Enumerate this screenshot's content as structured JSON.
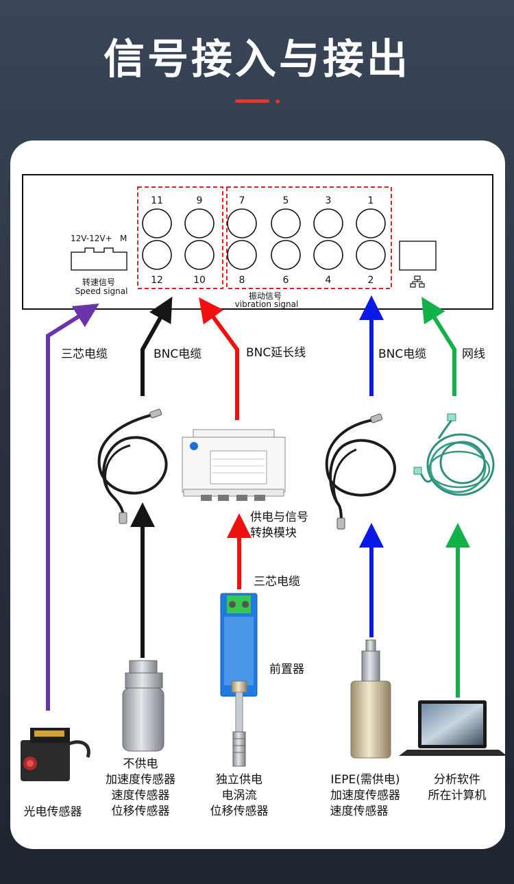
{
  "title": "信号接入与接出",
  "colors": {
    "accent_red": "#e8352b",
    "purple": "#6a35a8",
    "black": "#151515",
    "red": "#f01010",
    "blue": "#0a18e8",
    "green": "#12b14a",
    "dashed_box": "#e02020"
  },
  "device": {
    "power_label": "12V-12V+",
    "m_label": "M",
    "speed_label_cn": "转速信号",
    "speed_label_en": "Speed signal",
    "vibration_label_cn": "振动信号",
    "vibration_label_en": "vibration signal",
    "network_icon": "network-icon",
    "ports_top": [
      "11",
      "9",
      "7",
      "5",
      "3",
      "1"
    ],
    "ports_bottom": [
      "12",
      "10",
      "8",
      "6",
      "4",
      "2"
    ]
  },
  "connectors": {
    "three_core_cable": "三芯电缆",
    "bnc_cable": "BNC电缆",
    "bnc_extension": "BNC延长线",
    "bnc_cable_2": "BNC电缆",
    "network_cable": "网线",
    "module_line1": "供电与信号",
    "module_line2": "转换模块",
    "three_core_cable_2": "三芯电缆",
    "preamp": "前置器"
  },
  "sensors": {
    "photo": "光电传感器",
    "unpowered": [
      "不供电",
      "加速度传感器",
      "速度传感器",
      "位移传感器"
    ],
    "eddy": [
      "独立供电",
      "电涡流",
      "位移传感器"
    ],
    "iepe": [
      "IEPE(需供电)",
      "加速度传感器",
      "速度传感器"
    ],
    "computer": [
      "分析软件",
      "所在计算机"
    ]
  }
}
